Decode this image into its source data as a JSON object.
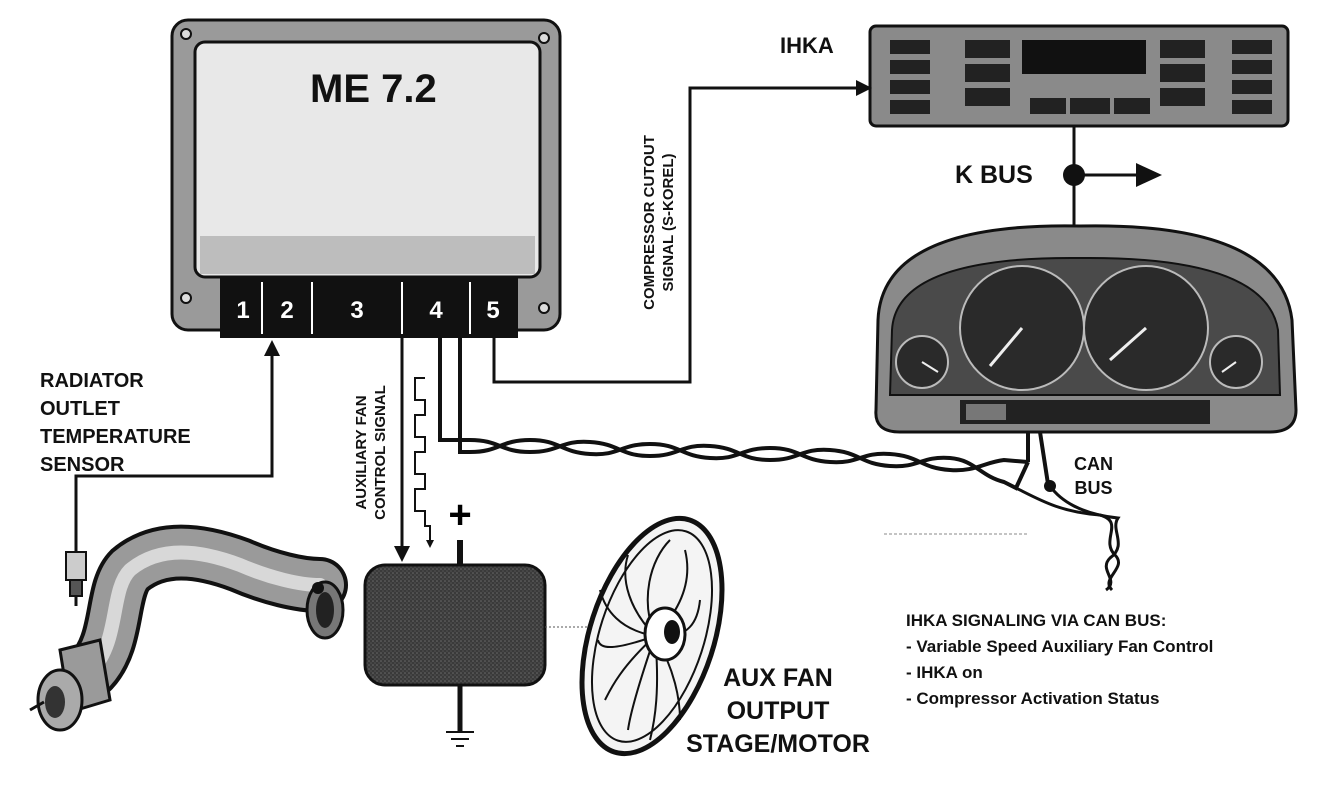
{
  "ecu": {
    "title": "ME 7.2",
    "terminals": [
      "1",
      "2",
      "3",
      "4",
      "5"
    ]
  },
  "ihka": {
    "title": "IHKA"
  },
  "kbus": {
    "label": "K BUS"
  },
  "canbus": {
    "line1": "CAN",
    "line2": "BUS"
  },
  "sensor": {
    "lines": [
      "RADIATOR",
      "OUTLET",
      "TEMPERATURE",
      "SENSOR"
    ]
  },
  "aux_signal": {
    "line1": "AUXILIARY FAN",
    "line2": "CONTROL SIGNAL"
  },
  "compressor": {
    "line1": "COMPRESSOR CUTOUT",
    "line2": "SIGNAL (S-KOREL)"
  },
  "power": {
    "plus": "+"
  },
  "fan": {
    "lines": [
      "AUX FAN",
      "OUTPUT",
      "STAGE/MOTOR"
    ]
  },
  "ihka_signals": {
    "title": "IHKA  SIGNALING VIA CAN BUS:",
    "items": [
      "- Variable Speed Auxiliary Fan Control",
      "- IHKA on",
      "- Compressor Activation Status"
    ]
  },
  "colors": {
    "ink": "#111111",
    "panel": "#8a8a8a",
    "screen": "#e6e6e6",
    "terminal": "#111111"
  }
}
